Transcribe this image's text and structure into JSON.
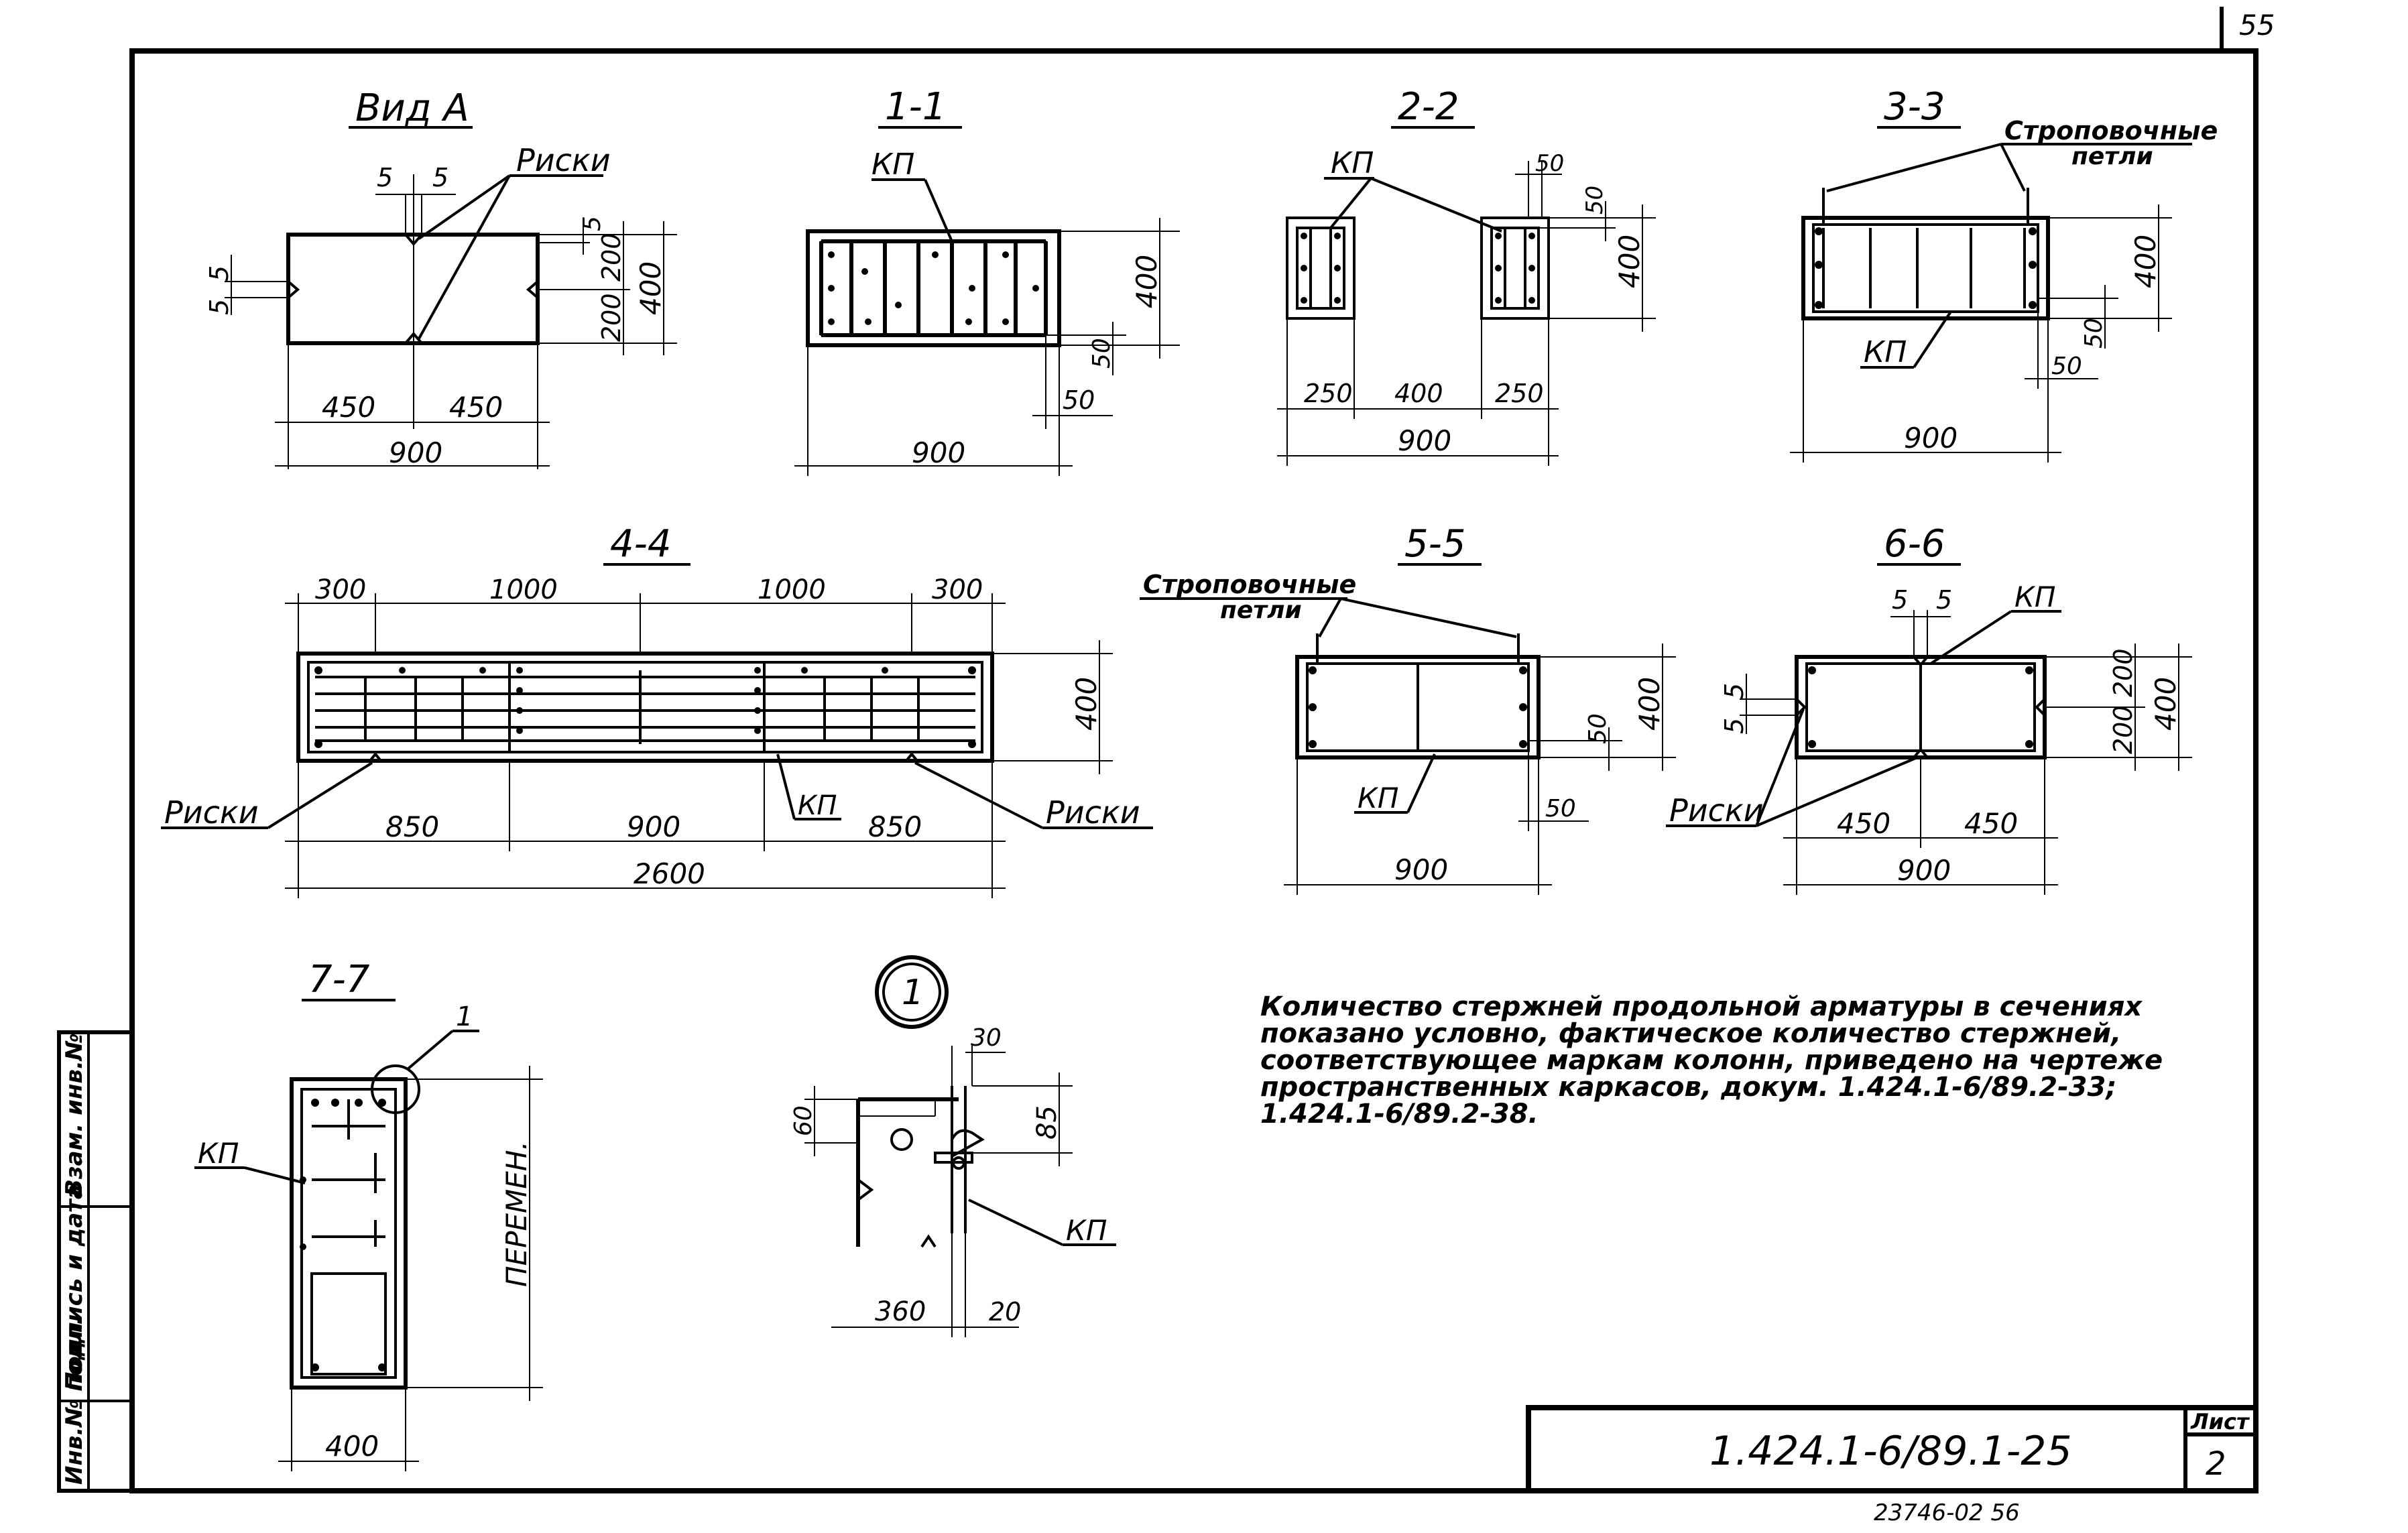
{
  "sheet": {
    "corner_number": "55",
    "doc_code": "1.424.1-6/89.1-25",
    "sheet_label": "Лист",
    "sheet_number": "2",
    "bottom_code": "23746-02  56",
    "left_stamp": [
      "Инв.№ подл.",
      "Подпись и дата",
      "Взам. инв.№"
    ]
  },
  "views": {
    "vid_a": {
      "title": "Вид А",
      "label_notch": "Риски",
      "d5a": "5",
      "d5b": "5",
      "d5c": "5",
      "d5d": "5",
      "d5e": "5",
      "d200a": "200",
      "d200b": "200",
      "d400": "400",
      "d450a": "450",
      "d450b": "450",
      "d900": "900"
    },
    "s11": {
      "title": "1-1",
      "label_kp": "КП",
      "d400": "400",
      "d50a": "50",
      "d50b": "50",
      "d900": "900"
    },
    "s22": {
      "title": "2-2",
      "label_kp": "КП",
      "d50a": "50",
      "d50b": "50",
      "d400v": "400",
      "d250a": "250",
      "d400h": "400",
      "d250b": "250",
      "d900": "900"
    },
    "s33": {
      "title": "3-3",
      "label_loops": "Строповочные",
      "label_loops2": "петли",
      "label_kp": "КП",
      "d400": "400",
      "d50a": "50",
      "d50b": "50",
      "d900": "900"
    },
    "s44": {
      "title": "4-4",
      "d300a": "300",
      "d1000a": "1000",
      "d1000b": "1000",
      "d300b": "300",
      "d400": "400",
      "label_notch_l": "Риски",
      "label_notch_r": "Риски",
      "label_kp": "КП",
      "d850a": "850",
      "d900": "900",
      "d850b": "850",
      "d2600": "2600"
    },
    "s55": {
      "title": "5-5",
      "label_loops": "Строповочные",
      "label_loops2": "петли",
      "label_kp": "КП",
      "d400": "400",
      "d50a": "50",
      "d50b": "50",
      "d900": "900"
    },
    "s66": {
      "title": "6-6",
      "d5a": "5",
      "d5b": "5",
      "label_kp": "КП",
      "d5c": "5",
      "d5d": "5",
      "d200a": "200",
      "d200b": "200",
      "d400": "400",
      "label_notch": "Риски",
      "d450a": "450",
      "d450b": "450",
      "d900": "900"
    },
    "s77": {
      "title": "7-7",
      "callout": "1",
      "label_kp": "КП",
      "d_var": "ПЕРЕМЕН.",
      "d400": "400"
    },
    "node1": {
      "title": "1",
      "d30": "30",
      "d60": "60",
      "d85": "85",
      "label_kp": "КП",
      "d360": "360",
      "d20": "20"
    }
  },
  "note": {
    "lines": [
      "Количество стержней продольной арматуры в сечениях",
      "показано условно, фактическое количество стержней,",
      "соответствующее маркам колонн, приведено на чертеже",
      "пространственных каркасов, докум. 1.424.1-6/89.2-33;",
      "1.424.1-6/89.2-38."
    ]
  }
}
